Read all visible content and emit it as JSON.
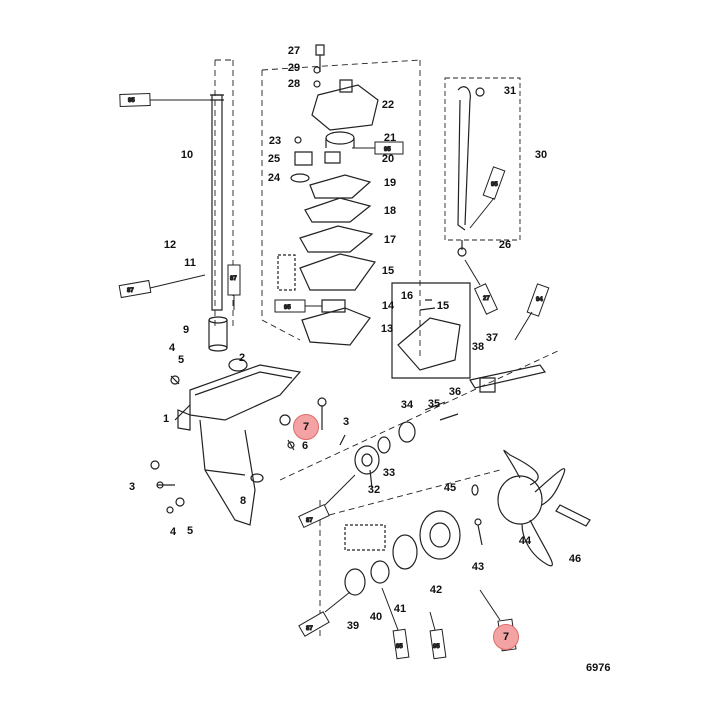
{
  "diagram": {
    "reference_number": "6976",
    "highlight_color": "#f08080",
    "part_numbers": [
      "1",
      "2",
      "3",
      "4",
      "5",
      "6",
      "7",
      "8",
      "9",
      "10",
      "11",
      "12",
      "13",
      "14",
      "15",
      "16",
      "17",
      "18",
      "19",
      "20",
      "21",
      "22",
      "23",
      "24",
      "25",
      "26",
      "27",
      "28",
      "29",
      "30",
      "31",
      "32",
      "33",
      "34",
      "35",
      "36",
      "37",
      "38",
      "39",
      "40",
      "41",
      "42",
      "43",
      "44",
      "45",
      "46"
    ],
    "highlighted_parts": [
      "7"
    ],
    "lubricant_codes": [
      "95",
      "87",
      "27",
      "94",
      "7"
    ]
  }
}
